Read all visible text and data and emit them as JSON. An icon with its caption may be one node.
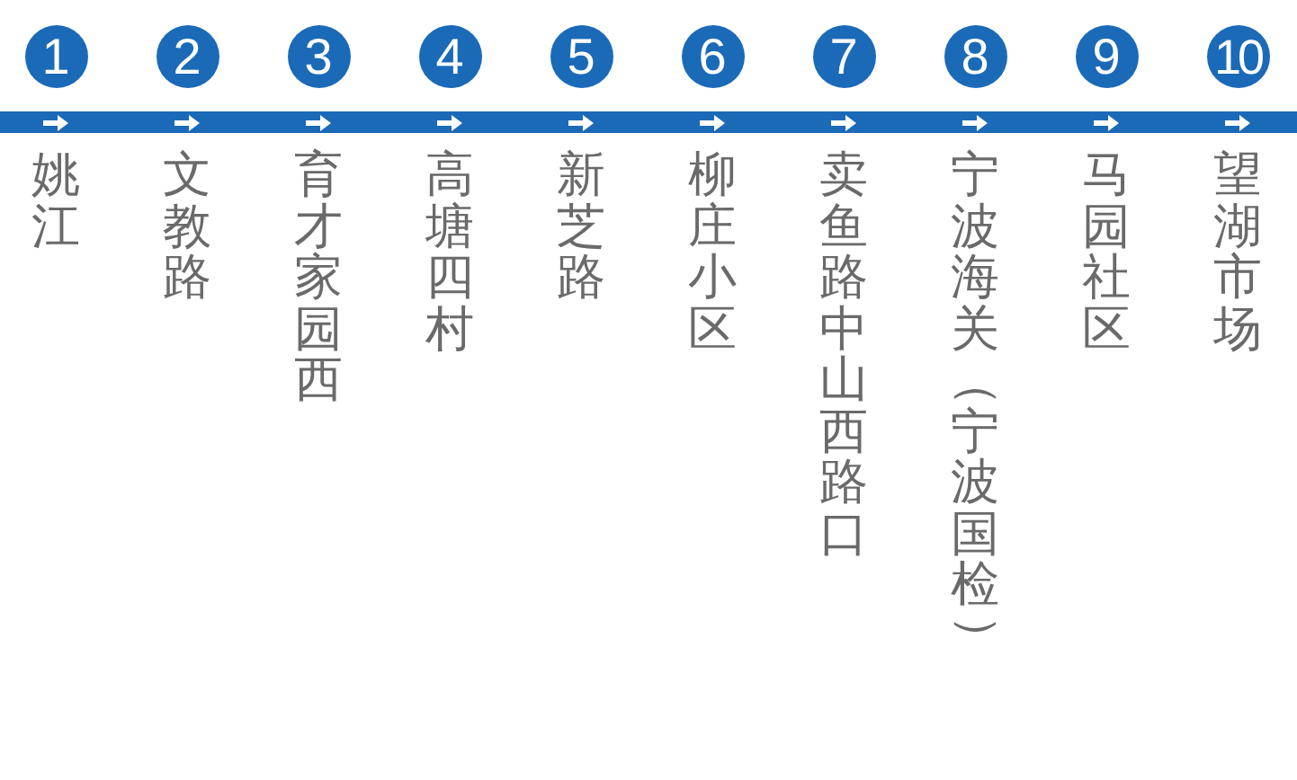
{
  "diagram": {
    "nodes": [
      {
        "text": [
          "1"
        ],
        "beside": [
          "姚江"
        ]
      },
      {
        "text": [
          "2"
        ],
        "beside": [
          "文教路"
        ]
      },
      {
        "text": [
          "3"
        ],
        "beside": [
          "育才家园西"
        ]
      },
      {
        "text": [
          "4"
        ],
        "beside": [
          "高塘四村"
        ]
      },
      {
        "text": [
          "5"
        ],
        "beside": [
          "新芝路"
        ]
      },
      {
        "text": [
          "6"
        ],
        "beside": [
          "柳庄小区"
        ]
      },
      {
        "text": [
          "7"
        ],
        "beside": [
          "卖鱼路中山西路口"
        ]
      },
      {
        "text": [
          "8"
        ],
        "beside": [
          "宁波海关（宁波国检）"
        ]
      },
      {
        "text": [
          "9"
        ],
        "beside": [
          "马园社区"
        ]
      },
      {
        "text": [
          "10"
        ],
        "beside": [
          "望湖市场"
        ]
      }
    ]
  }
}
